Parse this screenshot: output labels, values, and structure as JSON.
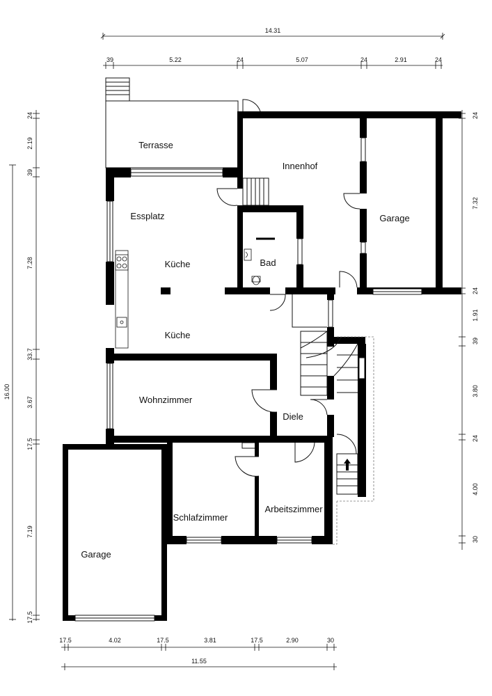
{
  "rooms": {
    "terrasse": "Terrasse",
    "innenhof": "Innenhof",
    "garage_right": "Garage",
    "essplatz": "Essplatz",
    "kueche_1": "Küche",
    "kueche_2": "Küche",
    "bad": "Bad",
    "wohnzimmer": "Wohnzimmer",
    "diele": "Diele",
    "schlafzimmer": "Schlafzimmer",
    "arbeitszimmer": "Arbeitszimmer",
    "garage_left": "Garage"
  },
  "dimensions": {
    "top_total": "14.31",
    "top_segments": [
      "39",
      "5.22",
      "24",
      "5.07",
      "24",
      "2.91",
      "24"
    ],
    "bottom_segments": [
      "17.5",
      "4.02",
      "17.5",
      "3.81",
      "17.5",
      "2.90",
      "30"
    ],
    "bottom_total": "11.55",
    "left_total": "16.00",
    "left_segments": [
      "24",
      "2.19",
      "39",
      "7.28",
      "33.7",
      "3.67",
      "17.5",
      "7.19",
      "17.5"
    ],
    "right_segments": [
      "24",
      "7.32",
      "24",
      "1.91",
      "39",
      "3.80",
      "24",
      "4.00",
      "30"
    ]
  },
  "colors": {
    "wall": "#000000",
    "line": "#111111",
    "terrace_fill": "#ffffff"
  }
}
